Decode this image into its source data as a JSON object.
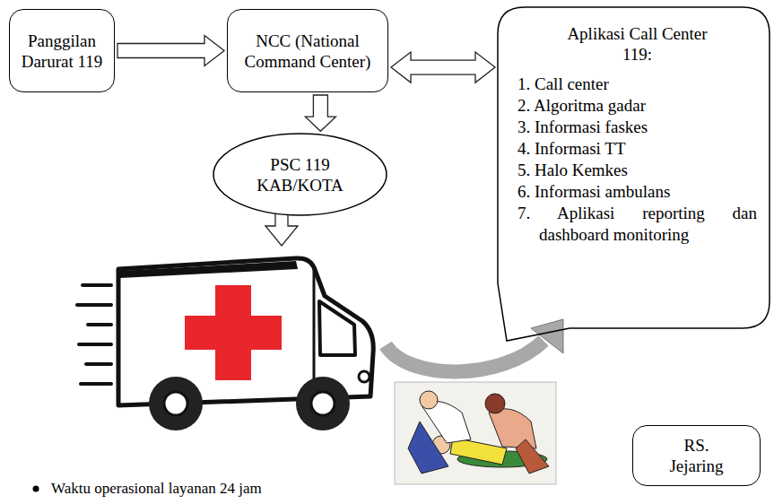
{
  "diagram": {
    "nodes": [
      {
        "text": [
          "Panggilan Darurat 119"
        ]
      },
      {
        "text": [
          "NCC (National Command Center)"
        ]
      },
      {
        "text": [
          "Aplikasi Call Center 119:",
          "1. Call center",
          "2. Algoritma gadar",
          "3. Informasi faskes",
          "4. Informasi TT",
          "5. Halo Kemkes",
          "6. Informasi ambulans",
          "7. Aplikasi reporting dan dashboard monitoring"
        ]
      },
      {
        "text": [
          "PSC 119 KAB/KOTA"
        ]
      },
      {
        "text": [
          "RS. Jejaring"
        ]
      }
    ],
    "edges": [
      {
        "from": 0,
        "to": 1,
        "arrow": "to"
      },
      {
        "from": 1,
        "to": 2,
        "arrow": "both"
      },
      {
        "from": 1,
        "to": 3,
        "arrow": "to"
      }
    ],
    "labels": [
      "Waktu operasional layanan 24 jam"
    ]
  }
}
